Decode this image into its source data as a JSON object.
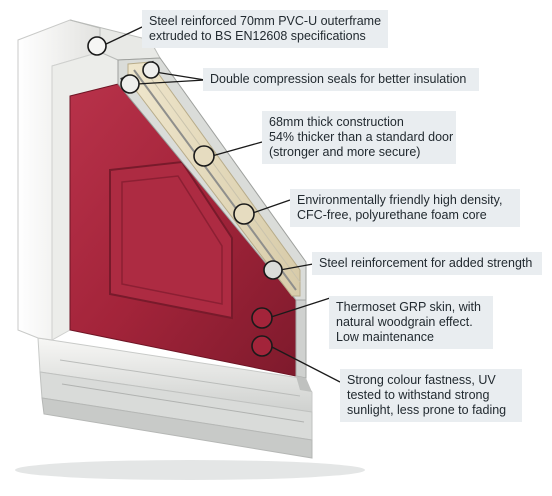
{
  "callouts": [
    {
      "id": "outerframe",
      "lines": [
        "Steel reinforced 70mm PVC-U outerframe",
        "extruded to BS EN12608 specifications"
      ]
    },
    {
      "id": "seals",
      "lines": [
        "Double compression seals for better insulation"
      ]
    },
    {
      "id": "thickness",
      "lines": [
        "68mm thick construction",
        "54% thicker than a standard door",
        "(stronger and more secure)"
      ]
    },
    {
      "id": "foam-core",
      "lines": [
        "Environmentally friendly high density,",
        "CFC-free, polyurethane foam core"
      ]
    },
    {
      "id": "steel-reinforcement",
      "lines": [
        "Steel reinforcement for added strength"
      ]
    },
    {
      "id": "grp-skin",
      "lines": [
        "Thermoset GRP skin, with",
        "natural woodgrain effect.",
        "Low maintenance"
      ]
    },
    {
      "id": "colour-fastness",
      "lines": [
        "Strong colour fastness, UV",
        "tested to withstand strong",
        "sunlight, less prone to fading"
      ]
    }
  ],
  "colors": {
    "door_skin": "#a3243a",
    "frame": "#f4f4f2",
    "foam": "#e6dcc0",
    "label_bg": "#e9edf0",
    "label_text": "#222a30",
    "leader": "#1a1a1a"
  }
}
